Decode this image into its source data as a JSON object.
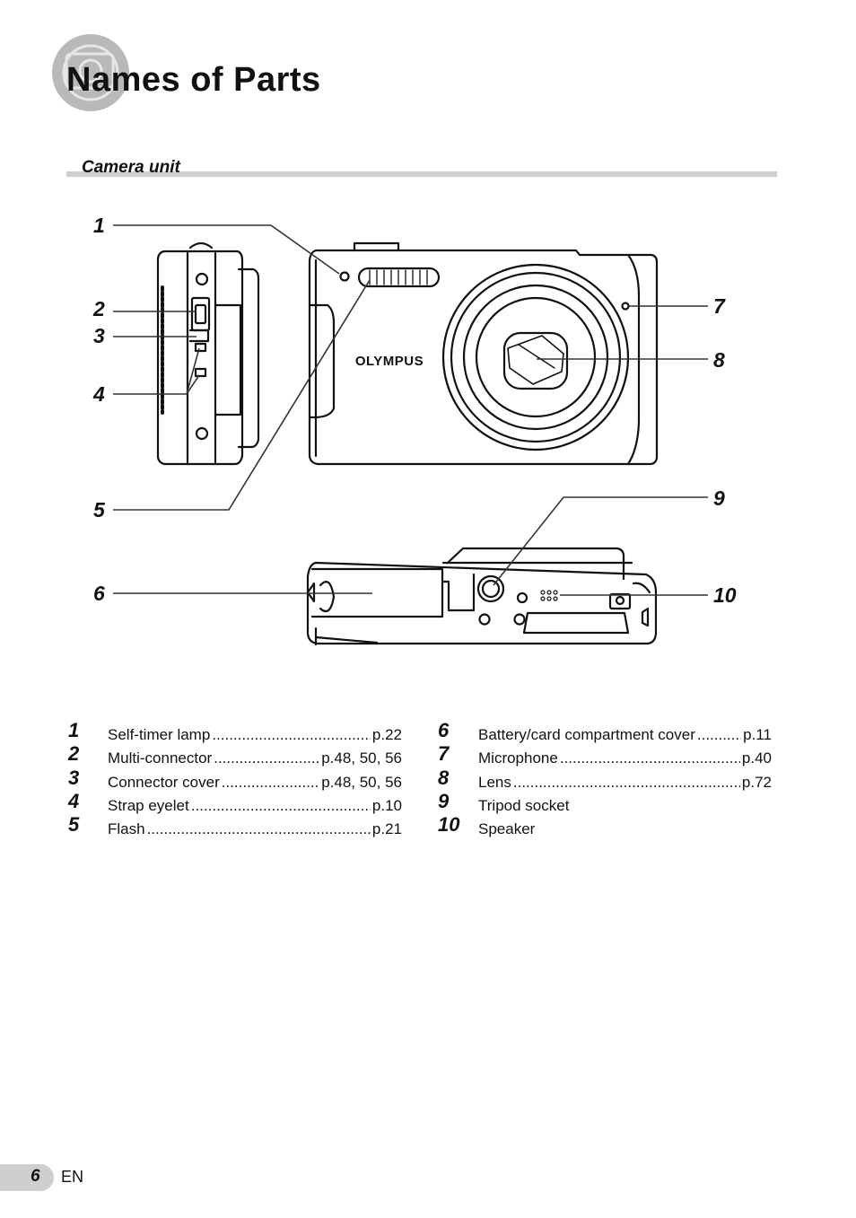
{
  "page": {
    "title": "Names of Parts",
    "section": "Camera unit",
    "page_number": "6",
    "language": "EN"
  },
  "diagram": {
    "brand": "OLYMPUS",
    "callouts": [
      "1",
      "2",
      "3",
      "4",
      "5",
      "6",
      "7",
      "8",
      "9",
      "10"
    ]
  },
  "parts_left": [
    {
      "num": "1",
      "label": "Self-timer lamp",
      "page": "p.22"
    },
    {
      "num": "2",
      "label": "Multi-connector",
      "page": "p.48, 50, 56"
    },
    {
      "num": "3",
      "label": "Connector cover",
      "page": "p.48, 50, 56"
    },
    {
      "num": "4",
      "label": "Strap eyelet",
      "page": "p.10"
    },
    {
      "num": "5",
      "label": "Flash",
      "page": "p.21"
    }
  ],
  "parts_right": [
    {
      "num": "6",
      "label": "Battery/card compartment cover",
      "page": "p.11"
    },
    {
      "num": "7",
      "label": "Microphone",
      "page": "p.40"
    },
    {
      "num": "8",
      "label": "Lens",
      "page": "p.72"
    },
    {
      "num": "9",
      "label": "Tripod socket",
      "page": ""
    },
    {
      "num": "10",
      "label": "Speaker",
      "page": ""
    }
  ]
}
